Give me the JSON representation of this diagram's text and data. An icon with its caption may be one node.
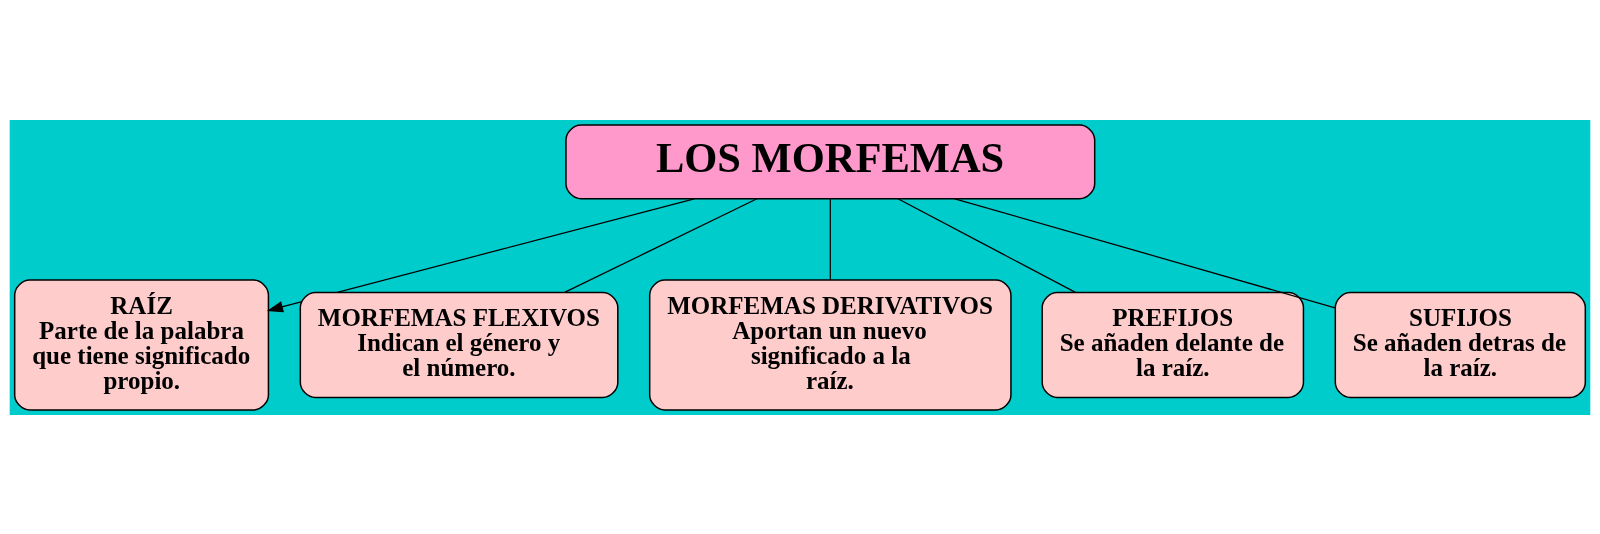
{
  "diagram": {
    "nodes": [
      {
        "text": [
          "LOS MORFEMAS"
        ]
      },
      {
        "text": [
          "RAÍZ",
          "Parte de la palabra que tiene significado propio."
        ]
      },
      {
        "text": [
          "MORFEMAS FLEXIVOS",
          "Indican el género y el número."
        ]
      },
      {
        "text": [
          "MORFEMAS DERIVATIVOS",
          "Aportan un nuevo significado a la raíz."
        ]
      },
      {
        "text": [
          "PREFIJOS",
          "Se añaden delante de la raíz."
        ]
      },
      {
        "text": [
          "SUFIJOS",
          "Se añaden detras de la raíz."
        ]
      }
    ],
    "edges": [
      {
        "from": 0,
        "to": 1,
        "arrow": "to"
      },
      {
        "from": 0,
        "to": 2,
        "arrow": "none"
      },
      {
        "from": 0,
        "to": 3,
        "arrow": "none"
      },
      {
        "from": 0,
        "to": 4,
        "arrow": "none"
      },
      {
        "from": 0,
        "to": 5,
        "arrow": "none"
      }
    ]
  }
}
